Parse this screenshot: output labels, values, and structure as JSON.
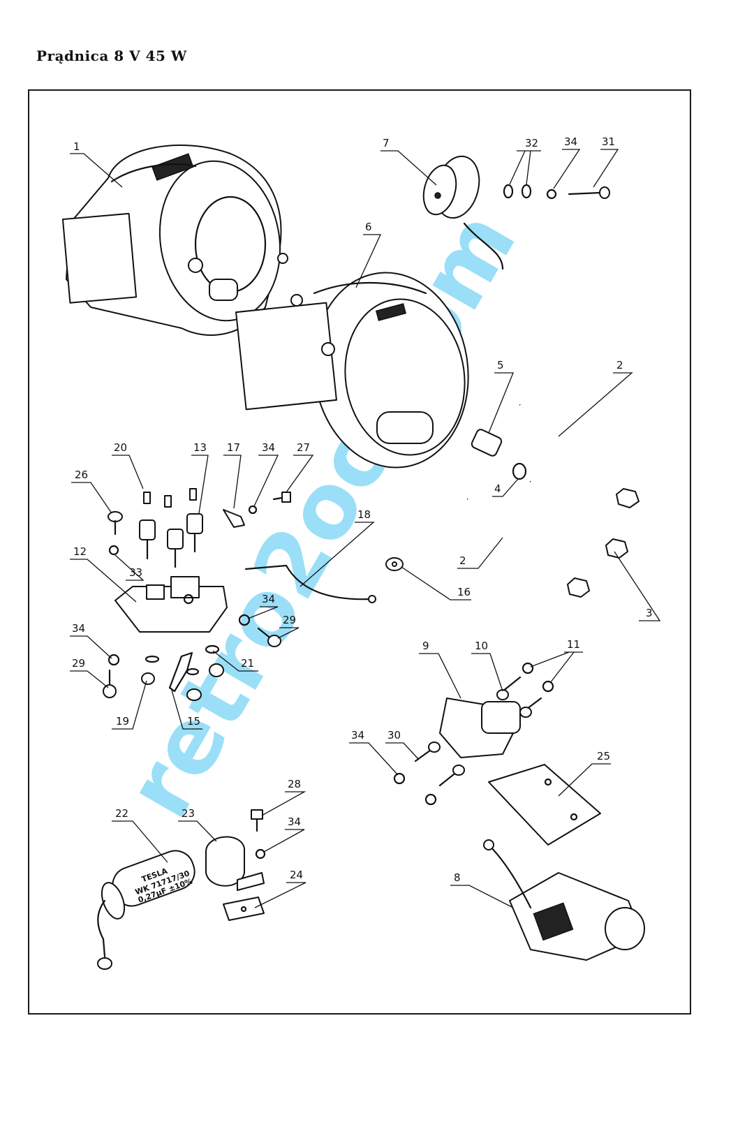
{
  "page_title": "Prądnica 8 V 45 W",
  "watermark": "retro2oo.com",
  "capacitor_label": {
    "brand": "TESLA",
    "line1": "WK 71717/30",
    "line2": "0,27μF ±10%"
  },
  "part_numbers": [
    "1",
    "2",
    "2",
    "3",
    "4",
    "5",
    "6",
    "7",
    "8",
    "9",
    "10",
    "11",
    "12",
    "13",
    "15",
    "16",
    "17",
    "18",
    "19",
    "20",
    "21",
    "22",
    "23",
    "24",
    "25",
    "26",
    "27",
    "28",
    "29",
    "29",
    "30",
    "31",
    "32",
    "33",
    "34",
    "34",
    "34",
    "34",
    "34",
    "34"
  ],
  "colors": {
    "ink": "#111111",
    "watermark": "#48c6f1",
    "paper": "#ffffff"
  }
}
